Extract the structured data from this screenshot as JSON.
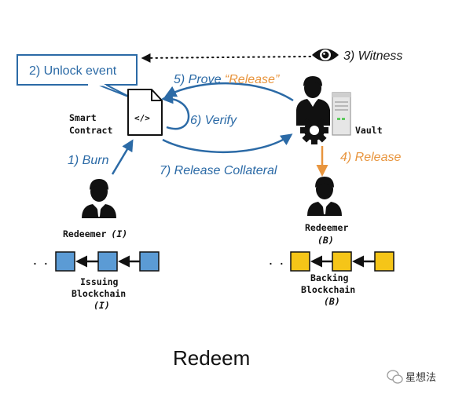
{
  "title": "Redeem",
  "unlock_event": "2) Unlock event",
  "witness": "3) Witness",
  "prove_release_prefix": "5) Prove ",
  "prove_release_quote": "“Release”",
  "verify": "6) Verify",
  "burn": "1) Burn",
  "release_collateral": "7) Release Collateral",
  "release": "4) Release",
  "smart_contract_line1": "Smart",
  "smart_contract_line2": "Contract",
  "code_symbol": "</>",
  "vault": "Vault",
  "redeemer_left": {
    "name": "Redeemer",
    "chain_symbol": "(I)"
  },
  "redeemer_right": {
    "name": "Redeemer",
    "chain_symbol": "(B)"
  },
  "issuing_chain": {
    "line1": "Issuing",
    "line2": "Blockchain",
    "symbol": "(I)"
  },
  "backing_chain": {
    "line1": "Backing",
    "line2": "Blockchain",
    "symbol": "(B)"
  },
  "chain_dots": ". .",
  "watermark": "星想法",
  "colors": {
    "blue": "#2b6aa6",
    "orange": "#e8953e",
    "issuing_block": "#5b9bd5",
    "backing_block": "#f5c518"
  }
}
